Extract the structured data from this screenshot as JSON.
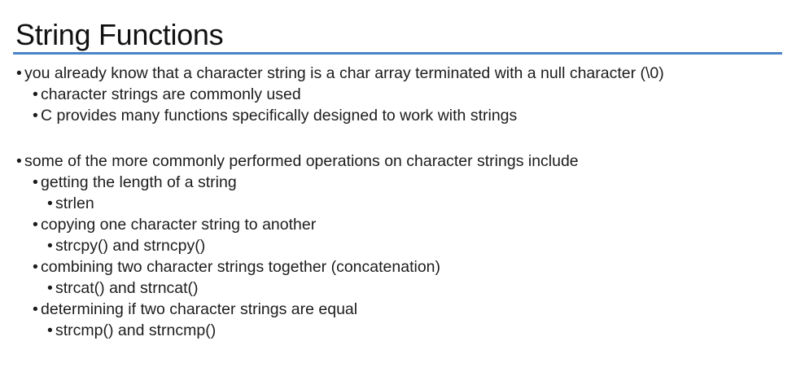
{
  "slide": {
    "title": "String Functions",
    "accent_color": "#4a83c6",
    "bullet_glyph": "•",
    "bullets": [
      {
        "level": 1,
        "text": "you already know that a character string is a char array terminated with a null character (\\0)"
      },
      {
        "level": 2,
        "text": "character strings are commonly used"
      },
      {
        "level": 2,
        "text": "C provides many functions specifically designed to work with strings"
      },
      {
        "level": 1,
        "text": "some of the more commonly performed operations on character strings include"
      },
      {
        "level": 2,
        "text": "getting the length of a string"
      },
      {
        "level": 3,
        "text": "strlen"
      },
      {
        "level": 2,
        "text": "copying one character string to another"
      },
      {
        "level": 3,
        "text": "strcpy() and strncpy()"
      },
      {
        "level": 2,
        "text": "combining two character strings together (concatenation)"
      },
      {
        "level": 3,
        "text": "strcat() and strncat()"
      },
      {
        "level": 2,
        "text": "determining if two character strings are equal"
      },
      {
        "level": 3,
        "text": "strcmp() and strncmp()"
      }
    ]
  }
}
